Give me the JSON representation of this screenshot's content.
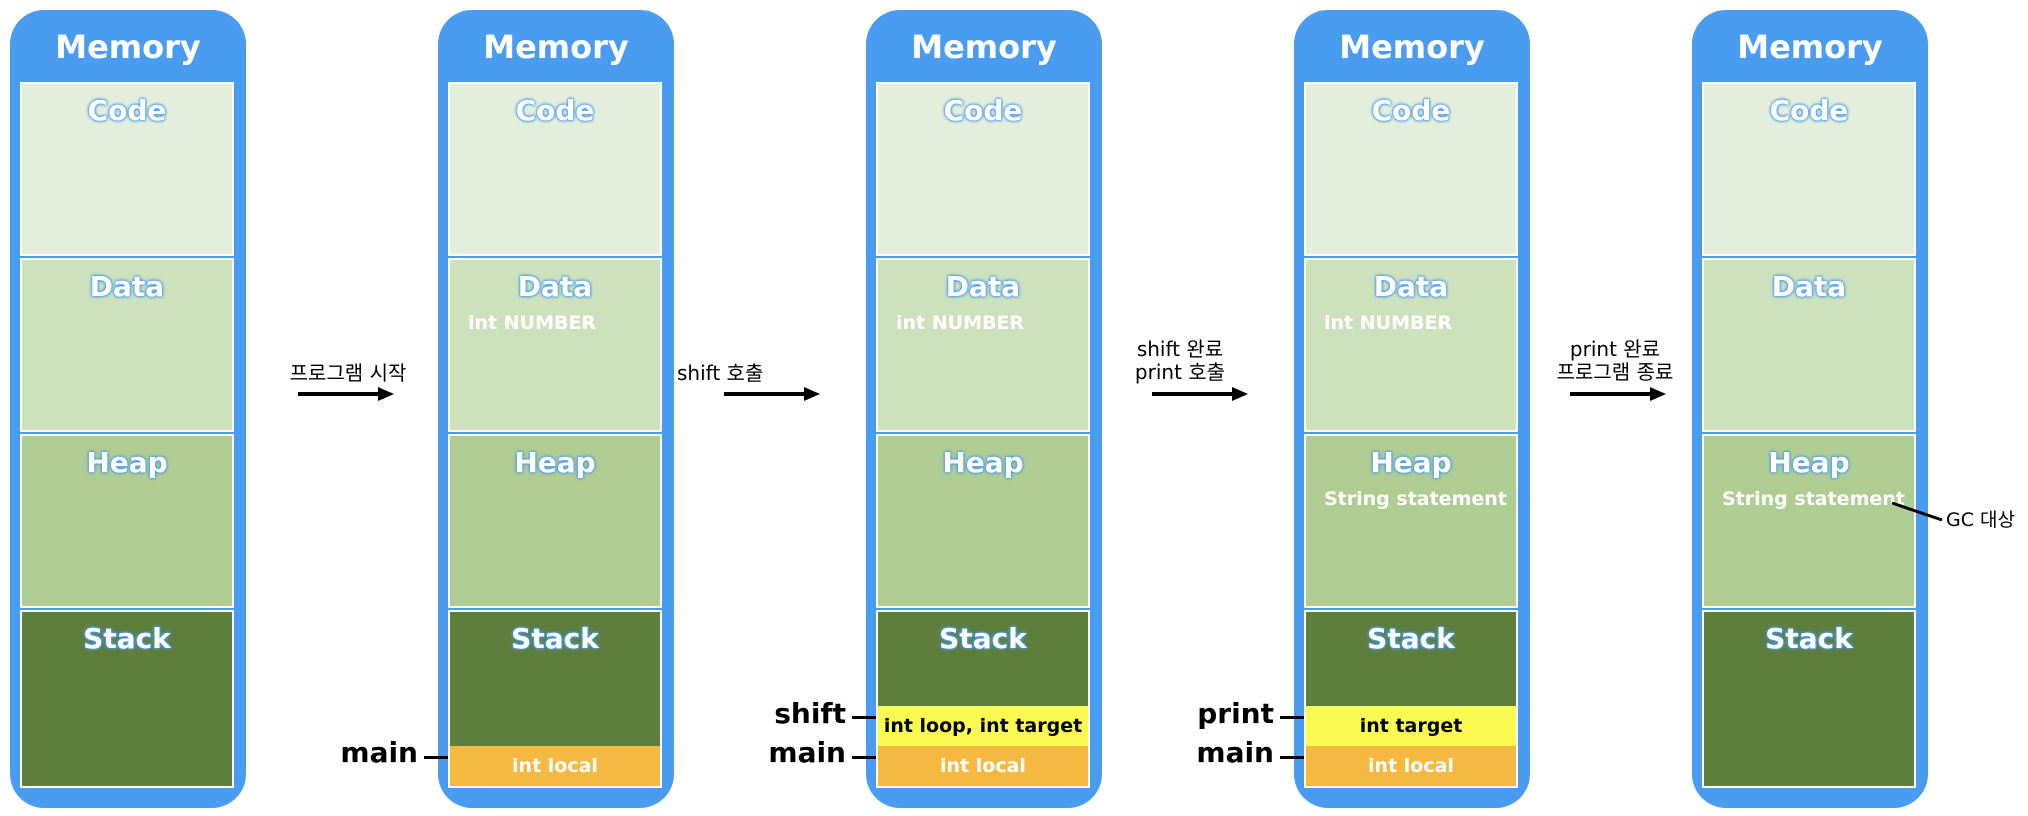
{
  "memory_title": "Memory",
  "segments": {
    "code": "Code",
    "data": "Data",
    "heap": "Heap",
    "stack": "Stack"
  },
  "values": {
    "data_var": "int NUMBER",
    "heap_var": "String statement",
    "main_frame": "int local",
    "shift_frame": "int loop, int target",
    "print_frame": "int target"
  },
  "pointers": {
    "main": "main",
    "shift": "shift",
    "print": "print"
  },
  "transitions": {
    "t1": [
      "프로그램 시작"
    ],
    "t2": [
      "shift 호출"
    ],
    "t3": [
      "shift 완료",
      "print 호출"
    ],
    "t4": [
      "print 완료",
      "프로그램 종료"
    ]
  },
  "gc_label": "GC 대상",
  "colors": {
    "panel": "#4a9cf0",
    "code": "#e4eedc",
    "data": "#cde1bd",
    "heap": "#afcd93",
    "stack": "#5e7e3c",
    "main_frame": "#f5b942",
    "callee_frame": "#fafa52"
  }
}
